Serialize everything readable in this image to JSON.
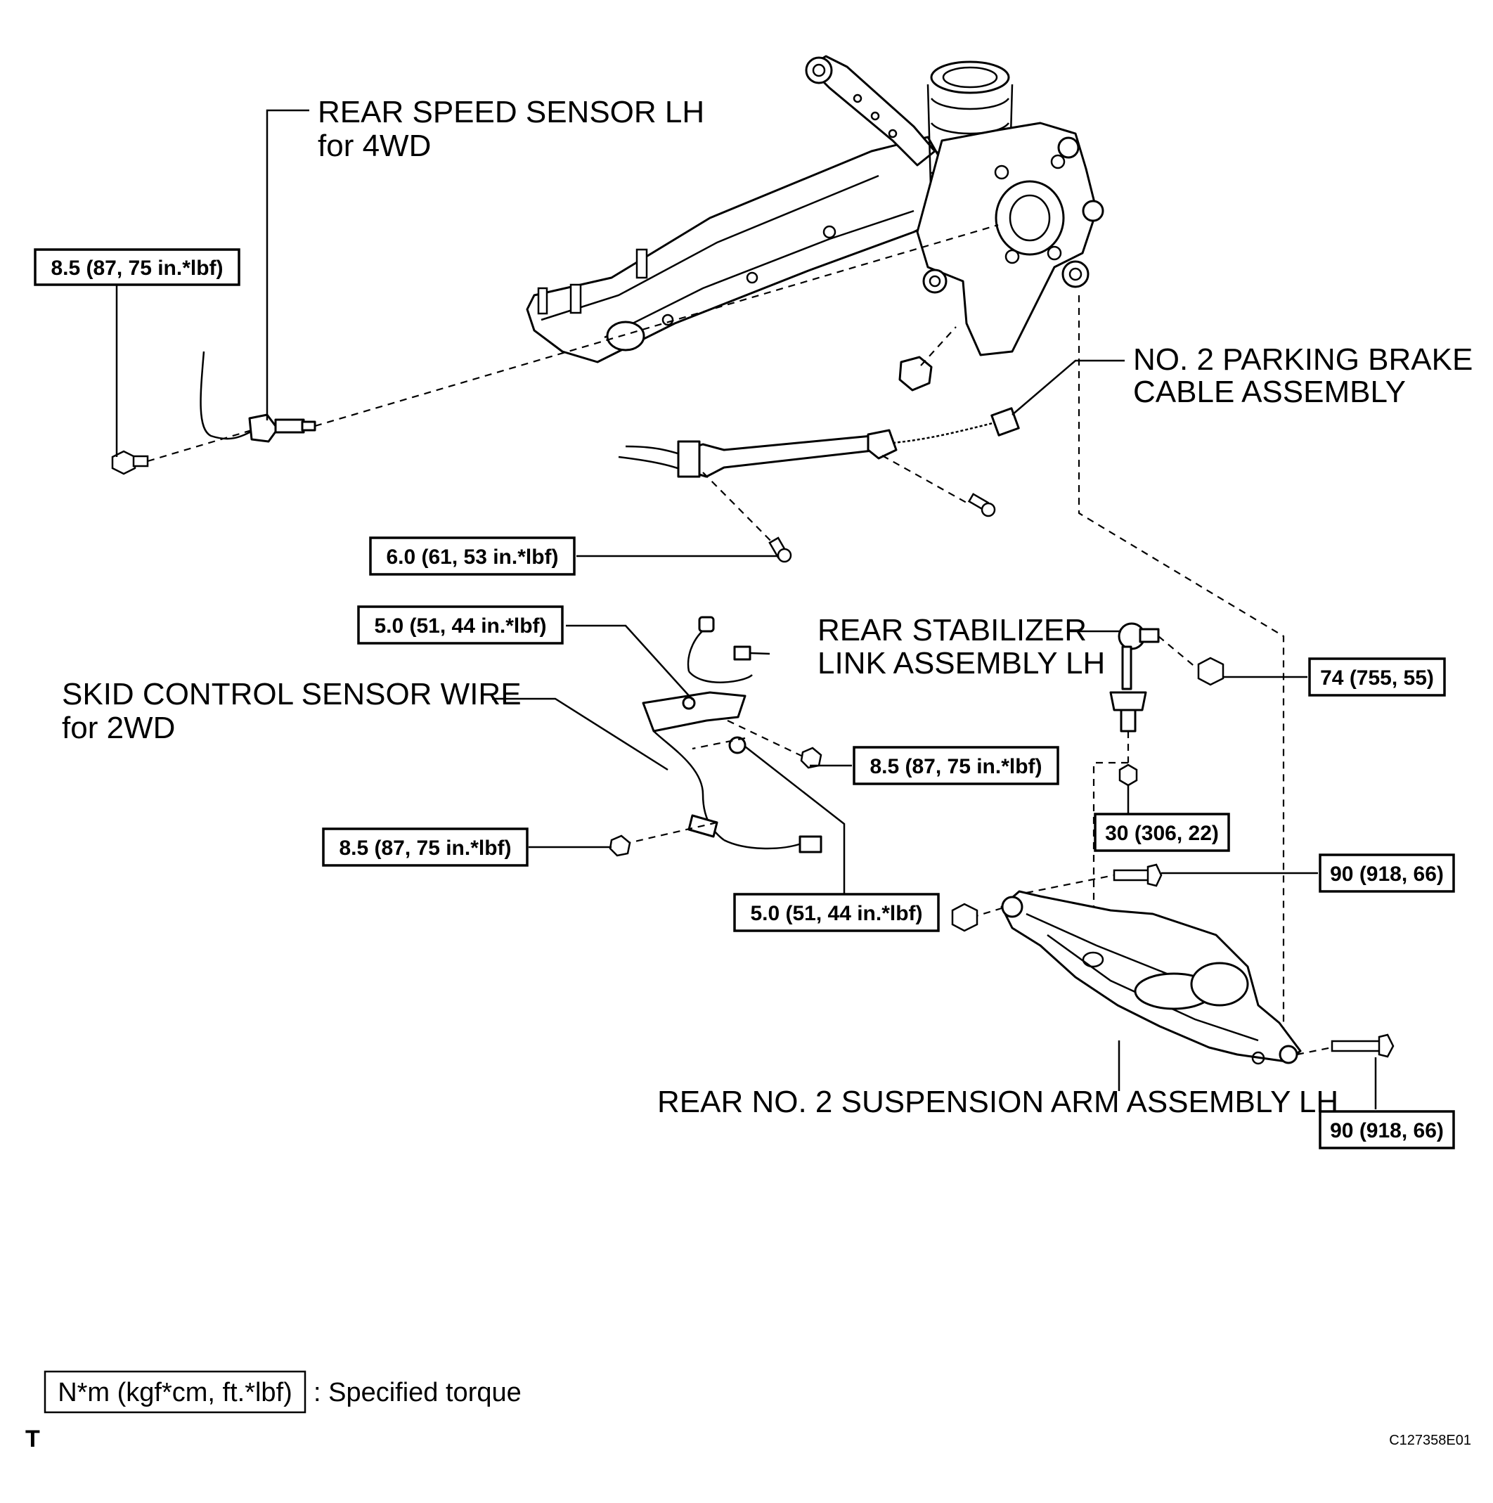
{
  "labels": {
    "rear_speed_sensor_l1": "REAR SPEED SENSOR LH",
    "rear_speed_sensor_l2": "for 4WD",
    "parking_brake_l1": "NO. 2 PARKING BRAKE",
    "parking_brake_l2": "CABLE ASSEMBLY",
    "stabilizer_l1": "REAR STABILIZER",
    "stabilizer_l2": "LINK ASSEMBLY LH",
    "skid_sensor_l1": "SKID CONTROL SENSOR WIRE",
    "skid_sensor_l2": "for 2WD",
    "suspension_arm": "REAR NO. 2 SUSPENSION ARM ASSEMBLY LH"
  },
  "torques": {
    "speed_sensor_bolt": "8.5 (87, 75 in.*lbf)",
    "cable_bracket_bolt": "6.0 (61, 53 in.*lbf)",
    "sensor_clamp_upper": "5.0 (51, 44 in.*lbf)",
    "sensor_bolt_mid": "8.5 (87, 75 in.*lbf)",
    "sensor_bolt_low": "8.5 (87, 75 in.*lbf)",
    "sensor_clamp_lower": "5.0 (51, 44 in.*lbf)",
    "stabilizer_upper_nut": "74 (755, 55)",
    "stabilizer_lower_nut": "30 (306, 22)",
    "arm_bolt_upper": "90 (918, 66)",
    "arm_bolt_lower": "90 (918, 66)"
  },
  "legend": {
    "unit": "N*m (kgf*cm, ft.*lbf)",
    "description": ": Specified torque"
  },
  "footer": {
    "corner_mark": "T",
    "figure_code": "C127358E01"
  }
}
